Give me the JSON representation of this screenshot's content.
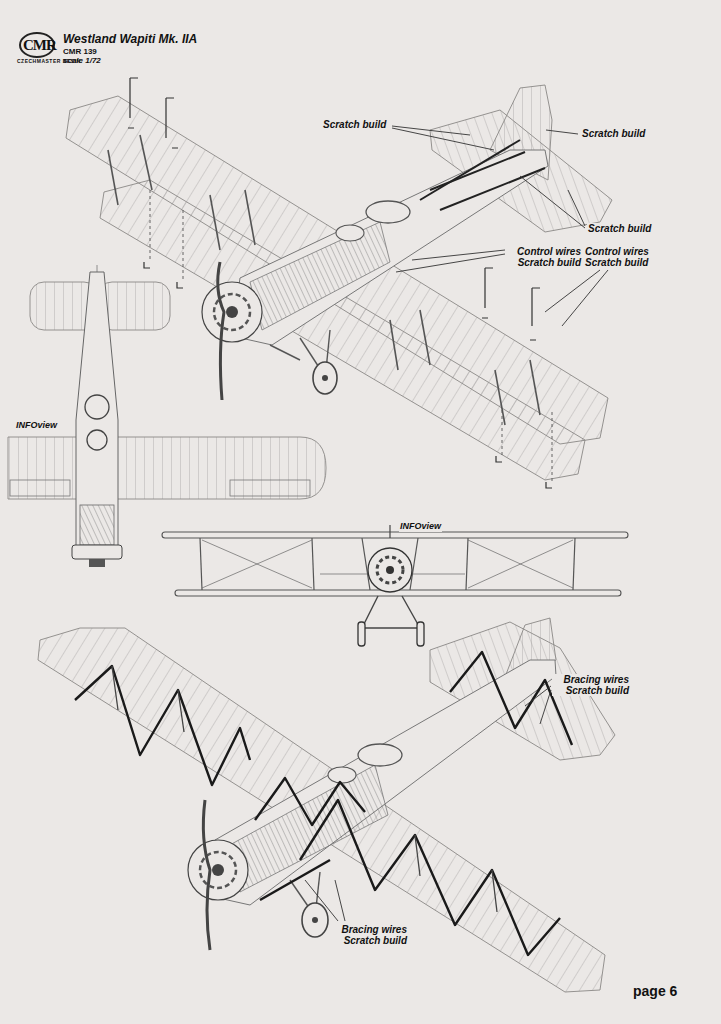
{
  "diagram": {
    "title": "Westland Wapiti Mk. IIA",
    "labels": [
      "CMR",
      "CZECHMASTER RESIN",
      "CMR 139",
      "scale 1/72",
      "Scratch build",
      "Scratch build",
      "Scratch build",
      "Control wires Scratch build",
      "Control wires Scratch build",
      "INFOview",
      "INFOview",
      "Bracing wires Scratch build",
      "Bracing wires Scratch build",
      "page 6"
    ]
  }
}
